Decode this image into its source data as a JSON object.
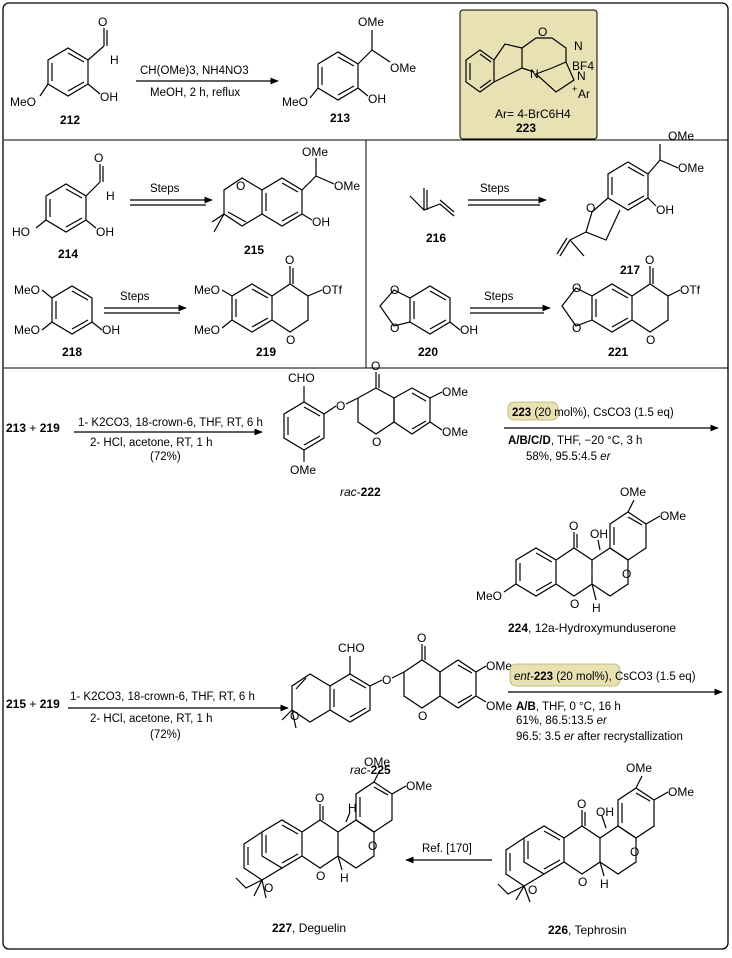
{
  "cat": {
    "ar_def": "Ar= 4-BrC6H4",
    "label": "223",
    "bf4": "BF4",
    "ar": "Ar",
    "plus": "+",
    "atoms_n": "N",
    "atom_o": "O",
    "bg": "#e7e1b4"
  },
  "s1": {
    "cpd212": "212",
    "cpd213": "213",
    "cond_top": "CH(OMe)3, NH4NO3",
    "cond_bot": "MeOH, 2 h, reflux"
  },
  "s2": {
    "cpd214": "214",
    "cpd215": "215",
    "cond": "Steps"
  },
  "s3": {
    "cpd216": "216",
    "cpd217": "217",
    "cond": "Steps"
  },
  "s4": {
    "cpd218": "218",
    "cpd219": "219",
    "cond": "Steps"
  },
  "s5": {
    "cpd220": "220",
    "cpd221": "221",
    "cond": "Steps"
  },
  "r1": {
    "reactants_a": "213",
    "plus": " + ",
    "reactants_b": "219",
    "c1": "1- K2CO3, 18-crown-6, THF, RT, 6 h",
    "c2": "2- HCl, acetone, RT, 1 h",
    "c3": "(72%)",
    "rac": "rac-",
    "cpd": "222",
    "cat_cpd": "223",
    "cat_load": " (20 mol%), CsCO3 (1.5 eq)",
    "bold_solv": "A/B/C/D",
    "solv_rest": ", THF, −20 °C, 3 h",
    "yield": "58%, 95.5:4.5 ",
    "er": "er"
  },
  "p224": {
    "cpd": "224",
    "name": ", 12a-Hydroxymunduserone"
  },
  "r2": {
    "reactants_a": "215",
    "plus": " + ",
    "reactants_b": "219",
    "c1": "1- K2CO3, 18-crown-6, THF, RT, 6 h",
    "c2": "2- HCl, acetone, RT, 1 h",
    "c3": "(72%)",
    "rac": "rac-",
    "cpd": "225",
    "ent": "ent-",
    "cat_cpd": "223",
    "cat_load": " (20 mol%), CsCO3 (1.5 eq)",
    "bold_solv": "A/B",
    "solv_rest": ", THF, 0 °C, 16 h",
    "yield": "61%, 86.5:13.5 ",
    "er": "er",
    "recryst_a": "96.5: 3.5 ",
    "recryst_er": "er",
    "recryst_b": " after recrystallization"
  },
  "p226": {
    "cpd": "226",
    "name": ", Tephrosin"
  },
  "p227": {
    "cpd": "227",
    "name": ", Deguelin",
    "ref": "Ref. [170]"
  },
  "atoms": {
    "ome": "OMe",
    "meo": "MeO",
    "oh": "OH",
    "ho": "HO",
    "h": "H",
    "o": "O",
    "otf": "OTf",
    "cho": "CHO"
  }
}
